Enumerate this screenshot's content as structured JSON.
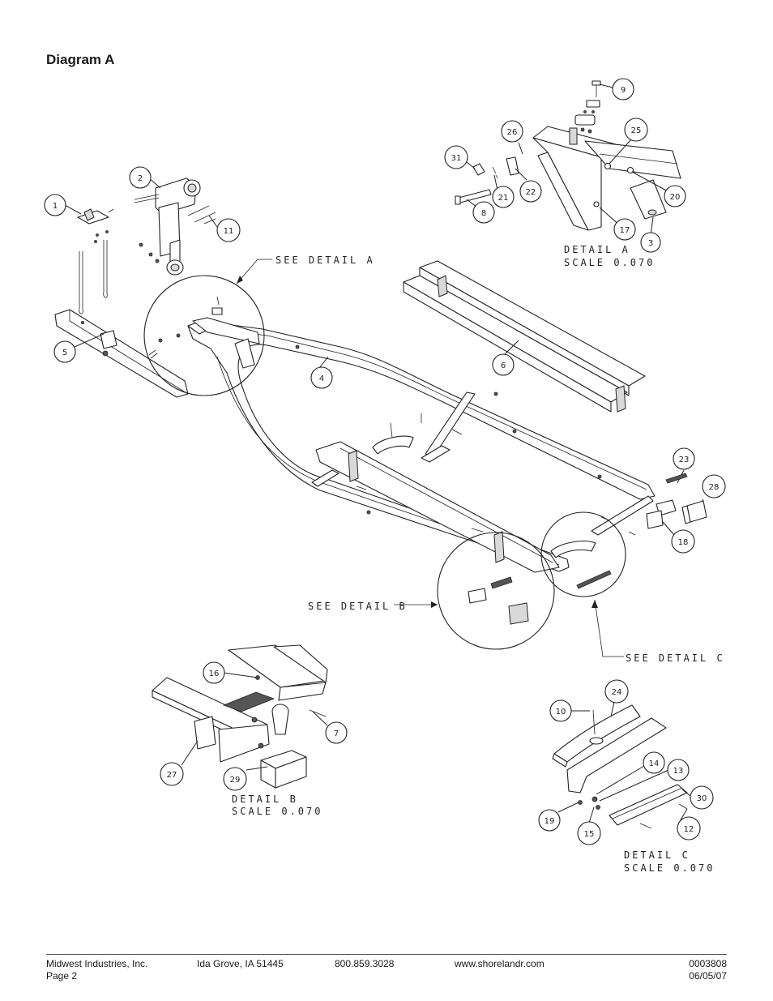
{
  "page": {
    "title": "Diagram A"
  },
  "callouts": [
    {
      "id": "c1",
      "label": "1"
    },
    {
      "id": "c2",
      "label": "2"
    },
    {
      "id": "c3",
      "label": "3"
    },
    {
      "id": "c4",
      "label": "4"
    },
    {
      "id": "c5",
      "label": "5"
    },
    {
      "id": "c6",
      "label": "6"
    },
    {
      "id": "c7",
      "label": "7"
    },
    {
      "id": "c8",
      "label": "8"
    },
    {
      "id": "c9",
      "label": "9"
    },
    {
      "id": "c10",
      "label": "10"
    },
    {
      "id": "c11",
      "label": "11"
    },
    {
      "id": "c12",
      "label": "12"
    },
    {
      "id": "c13",
      "label": "13"
    },
    {
      "id": "c14",
      "label": "14"
    },
    {
      "id": "c15",
      "label": "15"
    },
    {
      "id": "c16",
      "label": "16"
    },
    {
      "id": "c17",
      "label": "17"
    },
    {
      "id": "c18",
      "label": "18"
    },
    {
      "id": "c19",
      "label": "19"
    },
    {
      "id": "c20",
      "label": "20"
    },
    {
      "id": "c21",
      "label": "21"
    },
    {
      "id": "c22",
      "label": "22"
    },
    {
      "id": "c23",
      "label": "23"
    },
    {
      "id": "c24",
      "label": "24"
    },
    {
      "id": "c25",
      "label": "25"
    },
    {
      "id": "c26",
      "label": "26"
    },
    {
      "id": "c27",
      "label": "27"
    },
    {
      "id": "c28",
      "label": "28"
    },
    {
      "id": "c29",
      "label": "29"
    },
    {
      "id": "c30",
      "label": "30"
    },
    {
      "id": "c31",
      "label": "31"
    }
  ],
  "labels": {
    "see_detail_a": "SEE DETAIL  A",
    "see_detail_b": "SEE DETAIL  B",
    "see_detail_c": "SEE DETAIL  C",
    "detail_a_title": "DETAIL  A",
    "detail_a_scale": "SCALE  0.070",
    "detail_b_title": "DETAIL  B",
    "detail_b_scale": "SCALE  0.070",
    "detail_c_title": "DETAIL  C",
    "detail_c_scale": "SCALE  0.070"
  },
  "footer": {
    "company": "Midwest Industries, Inc.",
    "page": "Page 2",
    "address": "Ida Grove, IA 51445",
    "phone": "800.859.3028",
    "website": "www.shorelandr.com",
    "doc_number": "0003808",
    "date": "06/05/07"
  }
}
